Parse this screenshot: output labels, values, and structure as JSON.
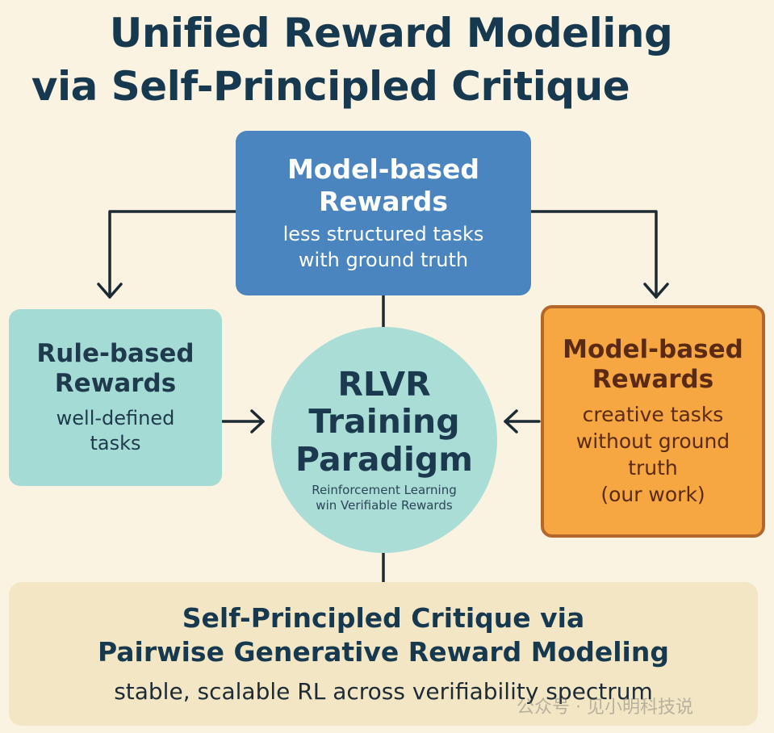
{
  "title": {
    "line1": "Unified Reward Modeling",
    "line2": "via Self-Principled Critique"
  },
  "top_box": {
    "title_line1": "Model-based",
    "title_line2": "Rewards",
    "subtitle_line1": "less structured tasks",
    "subtitle_line2": "with ground truth",
    "color": "#4a85bf"
  },
  "left_box": {
    "title_line1": "Rule-based",
    "title_line2": "Rewards",
    "subtitle_line1": "well-defined",
    "subtitle_line2": "tasks",
    "color": "#a5dbd5"
  },
  "right_box": {
    "title_line1": "Model-based",
    "title_line2": "Rewards",
    "subtitle_line1": "creative tasks",
    "subtitle_line2": "without ground",
    "subtitle_line3": "truth",
    "subtitle_line4": "(our work)",
    "color": "#f6a741",
    "border_color": "#b4672b"
  },
  "center": {
    "title_line1": "RLVR",
    "title_line2": "Training",
    "title_line3": "Paradigm",
    "caption_line1": "Reinforcement Learning",
    "caption_line2": "win Verifiable Rewards",
    "color": "#a9ddd5"
  },
  "bottom_box": {
    "title_line1": "Self-Principled Critique via",
    "title_line2": "Pairwise Generative Reward Modeling",
    "subtitle": "stable, scalable RL across verifiability spectrum",
    "color": "#f3e6c4"
  },
  "watermark": "公众号 · 见小明科技说"
}
